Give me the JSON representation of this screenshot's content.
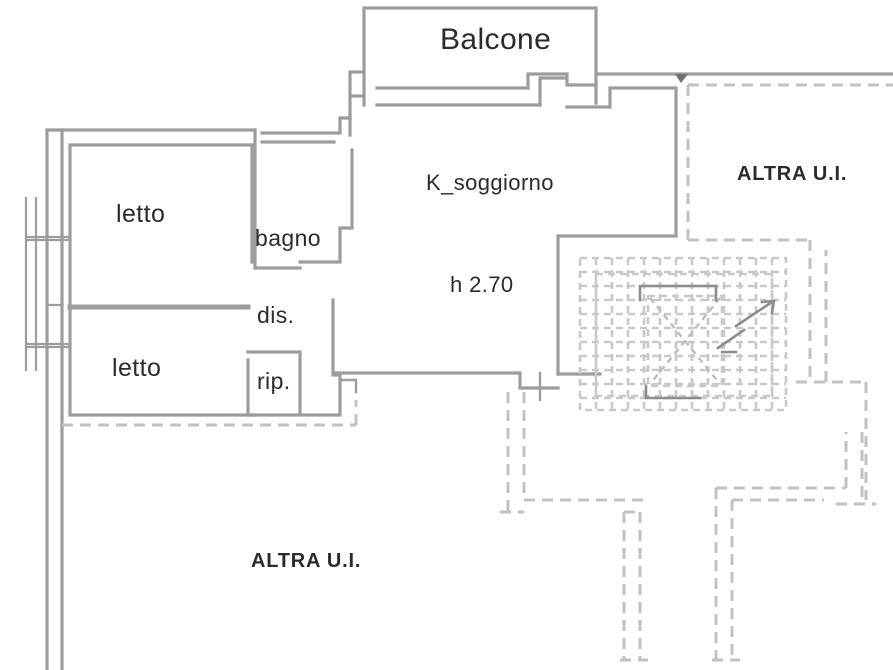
{
  "document": {
    "type": "floor-plan",
    "title": "Planimetria appartamento",
    "units": "metri"
  },
  "labels": {
    "balcone": "Balcone",
    "letto_top": "letto",
    "letto_bottom": "letto",
    "bagno": "bagno",
    "dis": "dis.",
    "rip": "rip.",
    "k_soggiorno": "K_soggiorno",
    "height_note": "h 2.70",
    "altra_ui_right": "ALTRA U.I.",
    "altra_ui_bottom": "ALTRA U.I."
  },
  "rooms": [
    {
      "name": "Balcone",
      "label": "Balcone",
      "kind": "balcony"
    },
    {
      "name": "letto-1",
      "label": "letto",
      "kind": "bedroom"
    },
    {
      "name": "letto-2",
      "label": "letto",
      "kind": "bedroom"
    },
    {
      "name": "bagno",
      "label": "bagno",
      "kind": "bathroom"
    },
    {
      "name": "disimpegno",
      "label": "dis.",
      "kind": "hallway"
    },
    {
      "name": "ripostiglio",
      "label": "rip.",
      "kind": "closet"
    },
    {
      "name": "k_soggiorno",
      "label": "K_soggiorno",
      "kind": "kitchen-living",
      "ceiling_height": "h 2.70"
    }
  ],
  "annotations": [
    {
      "name": "altra-ui-right",
      "text": "ALTRA U.I."
    },
    {
      "name": "altra-ui-bottom",
      "text": "ALTRA U.I."
    }
  ],
  "colors": {
    "background": "#ffffff",
    "wall": "#9d9d9d",
    "wall_light": "#b4b4b4",
    "dashed": "#c2c2c2",
    "dashed_faint": "#cfcfcf",
    "stair_hatch": "#cccccc",
    "text": "#2b2b2b"
  },
  "line_styles": {
    "solid_wall": "solid",
    "neighbour_boundary": "dashed",
    "stairwell": "dashed-hatch"
  }
}
